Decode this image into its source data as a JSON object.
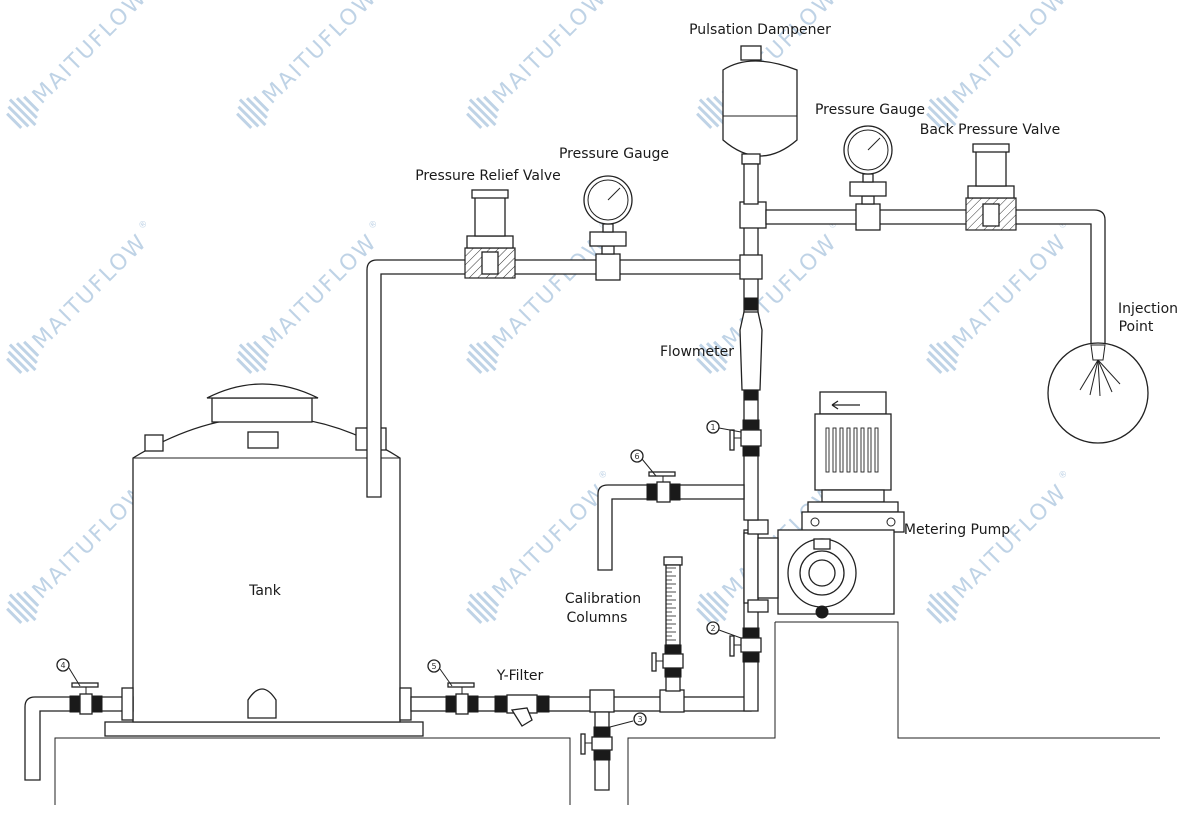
{
  "labels": {
    "pulsation_dampener": "Pulsation Dampener",
    "pressure_gauge_right": "Pressure Gauge",
    "back_pressure_valve": "Back Pressure Valve",
    "pressure_gauge_left": "Pressure Gauge",
    "pressure_relief_valve": "Pressure Relief Valve",
    "injection_point_line1": "Injection",
    "injection_point_line2": "Point",
    "flowmeter": "Flowmeter",
    "metering_pump": "Metering Pump",
    "tank": "Tank",
    "calibration_columns_line1": "Calibration",
    "calibration_columns_line2": "Columns",
    "y_filter": "Y-Filter"
  },
  "valve_numbers": {
    "v1": "1",
    "v2": "2",
    "v3": "3",
    "v4": "4",
    "v5": "5",
    "v6": "6"
  },
  "watermark": {
    "brand": "MAITUFLOW",
    "registered": "®",
    "color": "#bfd3e6"
  },
  "colors": {
    "line": "#222222",
    "background": "#ffffff"
  }
}
